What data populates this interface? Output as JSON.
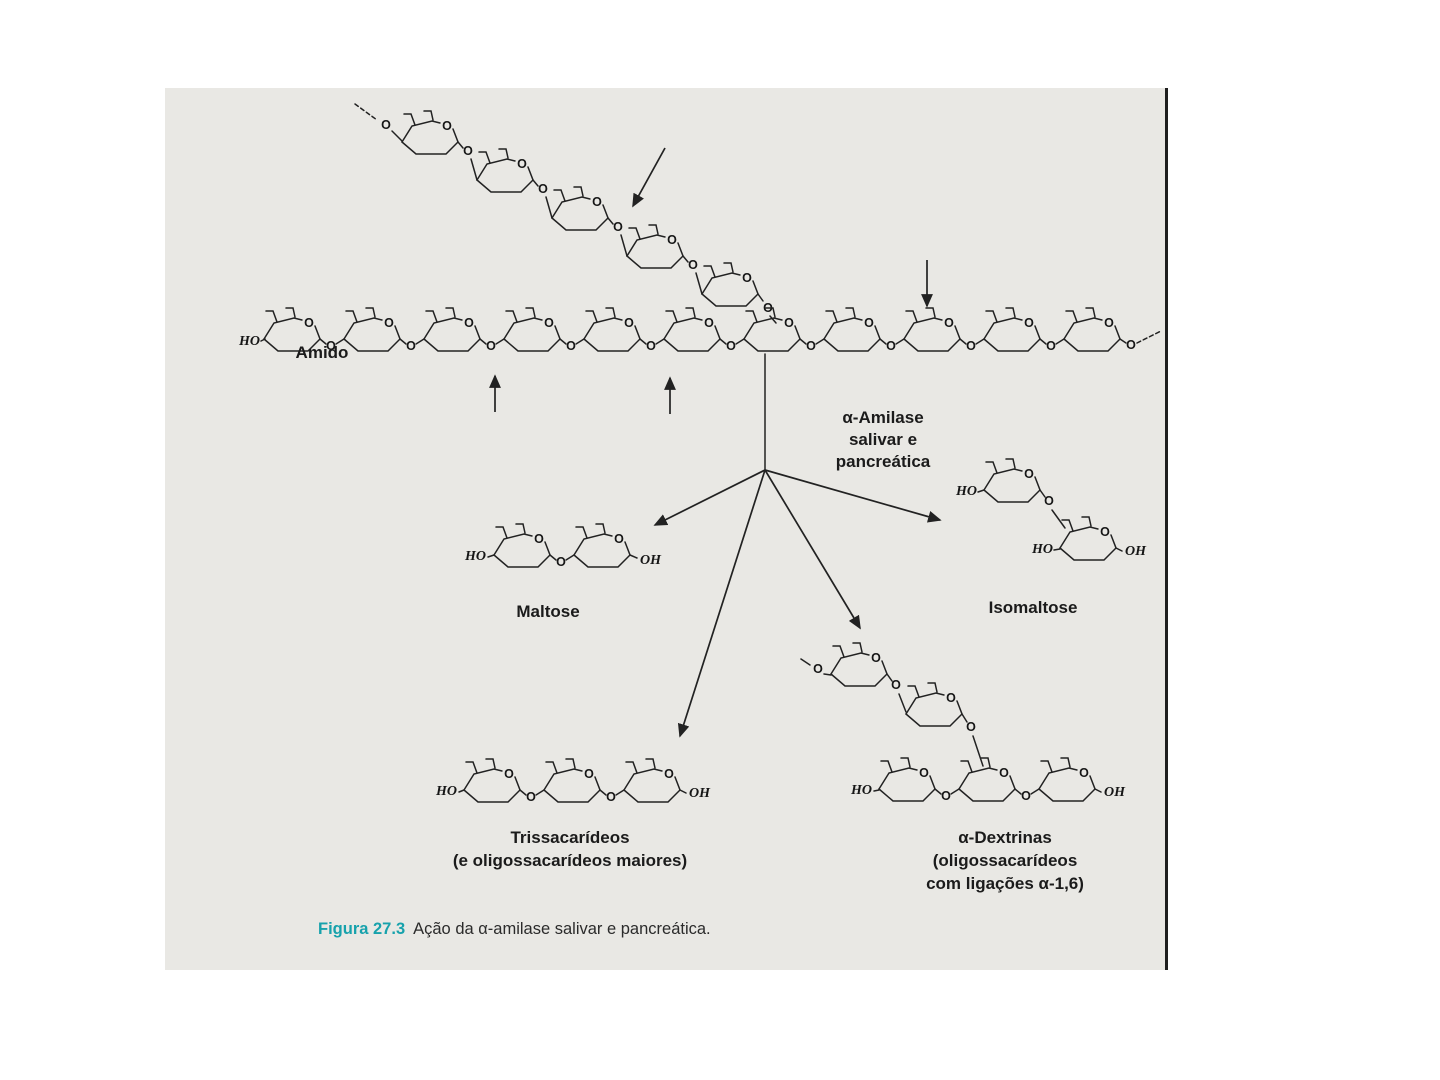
{
  "figure": {
    "background": "#e9e8e4",
    "labels": {
      "amido": "Amido",
      "enzyme_line1": "α-Amilase",
      "enzyme_line2": "salivar e",
      "enzyme_line3": "pancreática",
      "maltose": "Maltose",
      "isomaltose": "Isomaltose",
      "triss_line1": "Trissacarídeos",
      "triss_line2": "(e oligossacarídeos maiores)",
      "dextrin_line1": "α-Dextrinas",
      "dextrin_line2": "(oligossacarídeos",
      "dextrin_line3": "com ligações α-1,6)"
    },
    "atoms": {
      "O": "O",
      "HO": "HO",
      "OH": "OH"
    },
    "caption": {
      "number": "Figura 27.3",
      "text": "Ação da α-amilase salivar e pancreática.",
      "accent": "#17a2ac"
    }
  }
}
